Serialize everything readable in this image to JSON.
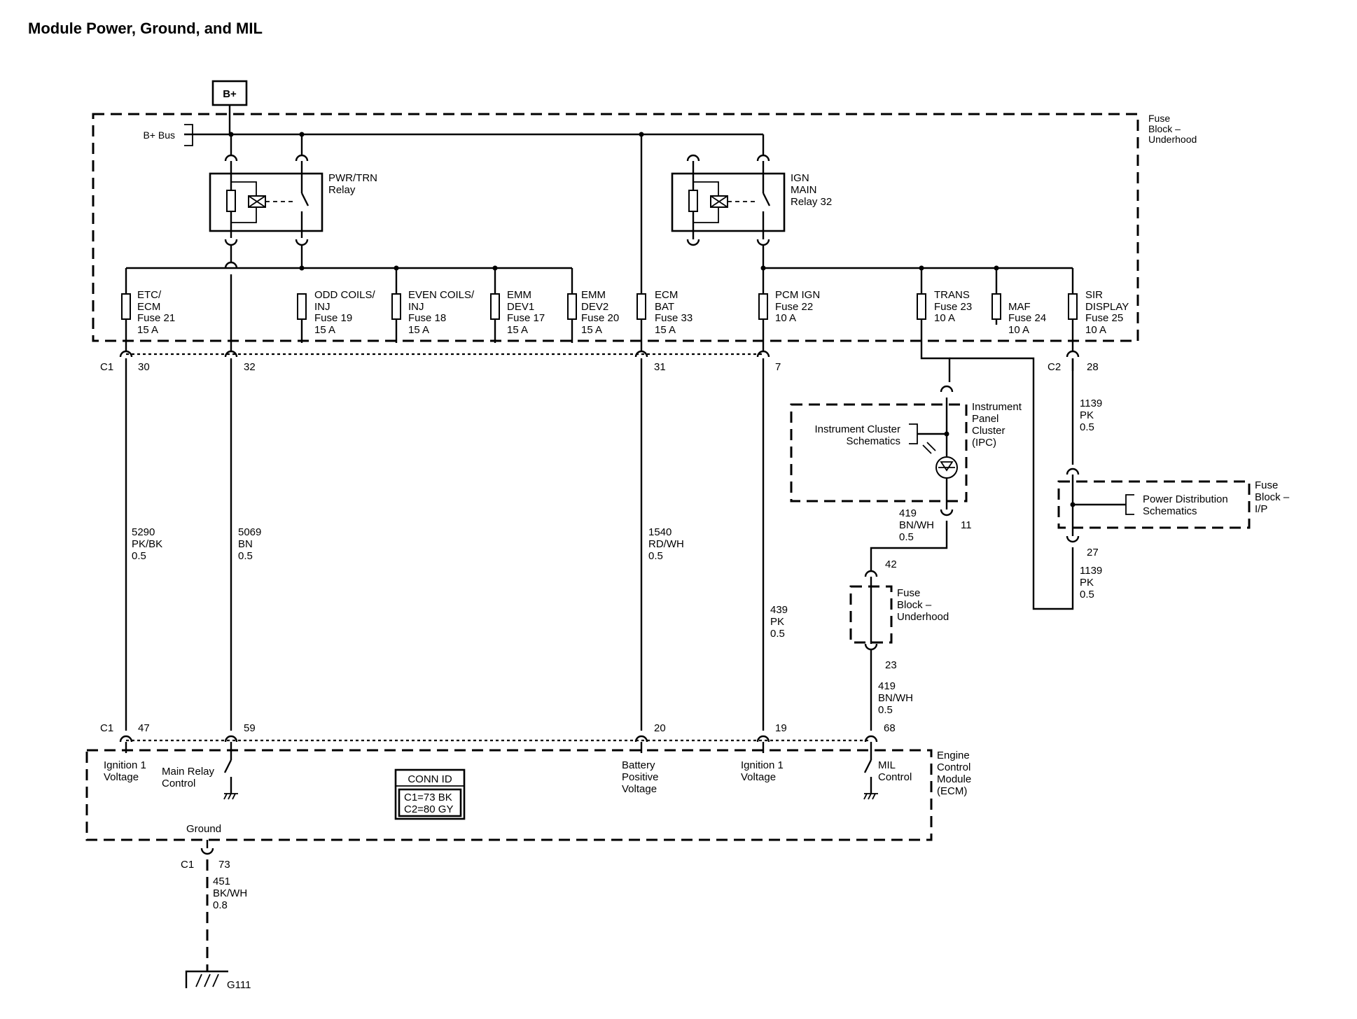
{
  "title": "Module Power, Ground, and MIL",
  "battery": "B+",
  "bus_label": "B+ Bus",
  "fuse_block_underhood": [
    "Fuse",
    "Block –",
    "Underhood"
  ],
  "relays": [
    {
      "lines": [
        "PWR/TRN",
        "Relay"
      ]
    },
    {
      "lines": [
        "IGN",
        "MAIN",
        "Relay 32"
      ]
    }
  ],
  "fuses": [
    {
      "lines": [
        "ETC/",
        "ECM",
        "Fuse 21",
        "15 A"
      ]
    },
    {
      "lines": [
        "ODD COILS/",
        "INJ",
        "Fuse 19",
        "15 A"
      ]
    },
    {
      "lines": [
        "EVEN COILS/",
        "INJ",
        "Fuse 18",
        "15 A"
      ]
    },
    {
      "lines": [
        "EMM",
        "DEV1",
        "Fuse 17",
        "15 A"
      ]
    },
    {
      "lines": [
        "EMM",
        "DEV2",
        "Fuse 20",
        "15 A"
      ]
    },
    {
      "lines": [
        "ECM",
        "BAT",
        "Fuse 33",
        "15 A"
      ]
    },
    {
      "lines": [
        "PCM IGN",
        "Fuse 22",
        "10 A"
      ]
    },
    {
      "lines": [
        "TRANS",
        "Fuse 23",
        "10 A"
      ]
    },
    {
      "lines": [
        "MAF",
        "Fuse 24",
        "10 A"
      ]
    },
    {
      "lines": [
        "SIR",
        "DISPLAY",
        "Fuse 25",
        "10 A"
      ]
    }
  ],
  "conn_top": {
    "c1": "C1",
    "c2": "C2",
    "pins": [
      "30",
      "32",
      "31",
      "7",
      "28"
    ]
  },
  "wires": [
    {
      "lines": [
        "5290",
        "PK/BK",
        "0.5"
      ]
    },
    {
      "lines": [
        "5069",
        "BN",
        "0.5"
      ]
    },
    {
      "lines": [
        "1540",
        "RD/WH",
        "0.5"
      ]
    },
    {
      "lines": [
        "439",
        "PK",
        "0.5"
      ]
    },
    {
      "lines": [
        "1139",
        "PK",
        "0.5"
      ]
    },
    {
      "lines": [
        "419",
        "BN/WH",
        "0.5"
      ]
    },
    {
      "lines": [
        "1139",
        "PK",
        "0.5"
      ]
    },
    {
      "lines": [
        "419",
        "BN/WH",
        "0.5"
      ]
    },
    {
      "lines": [
        "451",
        "BK/WH",
        "0.8"
      ]
    }
  ],
  "ipc": {
    "label": [
      "Instrument",
      "Panel",
      "Cluster",
      "(IPC)"
    ],
    "schematics": [
      "Instrument Cluster",
      "Schematics"
    ],
    "pin": "11"
  },
  "fuse_block_ip": {
    "label": [
      "Fuse",
      "Block –",
      "I/P"
    ],
    "schematics": [
      "Power Distribution",
      "Schematics"
    ],
    "pin": "27"
  },
  "underhood_pass": {
    "label": [
      "Fuse",
      "Block –",
      "Underhood"
    ],
    "pin_top": "42",
    "pin_bottom": "23"
  },
  "conn_bottom": {
    "c1": "C1",
    "pins": [
      "47",
      "59",
      "20",
      "19",
      "68"
    ]
  },
  "ecm": {
    "label": [
      "Engine",
      "Control",
      "Module",
      "(ECM)"
    ],
    "circuits": [
      [
        "Ignition 1",
        "Voltage"
      ],
      [
        "Main Relay",
        "Control"
      ],
      [
        "Battery",
        "Positive",
        "Voltage"
      ],
      [
        "Ignition 1",
        "Voltage"
      ],
      [
        "MIL",
        "Control"
      ]
    ],
    "ground_label": "Ground",
    "conn_id": {
      "title": "CONN ID",
      "lines": [
        "C1=73 BK",
        "C2=80 GY"
      ]
    }
  },
  "ground_conn": {
    "c1": "C1",
    "pin": "73"
  },
  "ground": "G111"
}
